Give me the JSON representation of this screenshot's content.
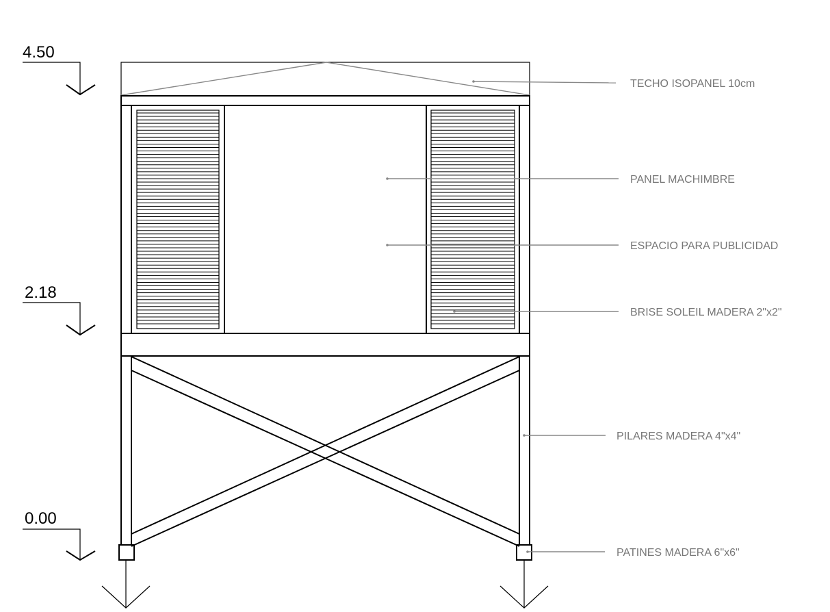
{
  "levels": [
    {
      "label": "4.50"
    },
    {
      "label": "2.18"
    },
    {
      "label": "0.00"
    }
  ],
  "annotations": [
    {
      "label": "TECHO ISOPANEL 10cm"
    },
    {
      "label": "PANEL MACHIMBRE"
    },
    {
      "label": "ESPACIO PARA PUBLICIDAD"
    },
    {
      "label": "BRISE SOLEIL MADERA 2\"x2\""
    },
    {
      "label": "PILARES MADERA 4\"x4\""
    },
    {
      "label": "PATINES MADERA 6\"x6\""
    }
  ],
  "colors": {
    "line": "#000000",
    "annotation": "#777777",
    "leader": "#888888"
  }
}
